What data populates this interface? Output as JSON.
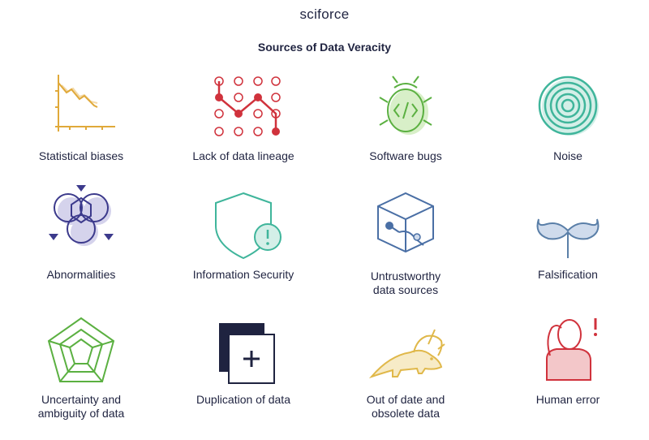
{
  "brand": {
    "logo_text": "sciforce"
  },
  "title": "Sources of Data Veracity",
  "items": [
    {
      "label": "Statistical biases",
      "icon": "declining-chart-icon",
      "color": "#e0a93a"
    },
    {
      "label": "Lack of data lineage",
      "icon": "dot-grid-path-icon",
      "color": "#d0323c"
    },
    {
      "label": "Software bugs",
      "icon": "bug-icon",
      "color": "#5bb041"
    },
    {
      "label": "Noise",
      "icon": "concentric-circles-icon",
      "color": "#3fb59b"
    },
    {
      "label": "Abnormalities",
      "icon": "overlapping-circles-icon",
      "color": "#3c3a8c"
    },
    {
      "label": "Information Security",
      "icon": "shield-alert-icon",
      "color": "#3fb59b"
    },
    {
      "label": "Untrustworthy\ndata sources",
      "icon": "box-plug-icon",
      "color": "#4a6fa5"
    },
    {
      "label": "Falsification",
      "icon": "mustache-icon",
      "color": "#5a7fa8"
    },
    {
      "label": "Uncertainty and\nambiguity of data",
      "icon": "impossible-pentagon-icon",
      "color": "#5bb041"
    },
    {
      "label": "Duplication of data",
      "icon": "duplicate-plus-icon",
      "color": "#1f2340"
    },
    {
      "label": "Out of date and\nobsolete data",
      "icon": "dinosaur-icon",
      "color": "#e0b84a"
    },
    {
      "label": "Human error",
      "icon": "confused-person-icon",
      "color": "#d0323c"
    }
  ]
}
